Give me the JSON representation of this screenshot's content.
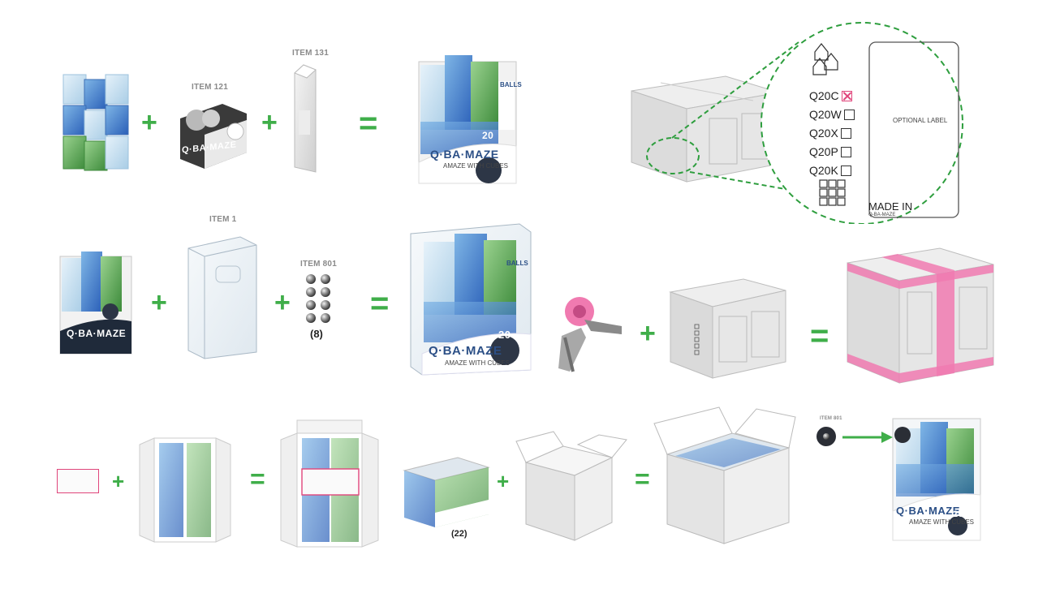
{
  "labels": {
    "item121": "ITEM 121",
    "item131": "ITEM 131",
    "item1": "ITEM 1",
    "item801": "ITEM 801",
    "item801_small": "ITEM 801"
  },
  "counts": {
    "balls": "(8)",
    "packs": "(22)"
  },
  "operators": {
    "plus": "+",
    "equals": "="
  },
  "product": {
    "brand": "Q·BA·MAZE",
    "tagline": "AMAZE WITH CUBES",
    "count": "20",
    "balls_label": "BALLS"
  },
  "carton_zoom": {
    "codes": [
      {
        "code": "Q20C",
        "checked": true
      },
      {
        "code": "Q20W",
        "checked": false
      },
      {
        "code": "Q20X",
        "checked": false
      },
      {
        "code": "Q20P",
        "checked": false
      },
      {
        "code": "Q20K",
        "checked": false
      }
    ],
    "optional_label": "OPTIONAL LABEL",
    "made_in": "MADE IN",
    "brand_small": "Q-BA-MAZE"
  },
  "colors": {
    "accent_green": "#3fae49",
    "zoom_dash": "#2e9e3e",
    "tape_pink": "#f07ab0",
    "label_pink": "#e0457b"
  }
}
